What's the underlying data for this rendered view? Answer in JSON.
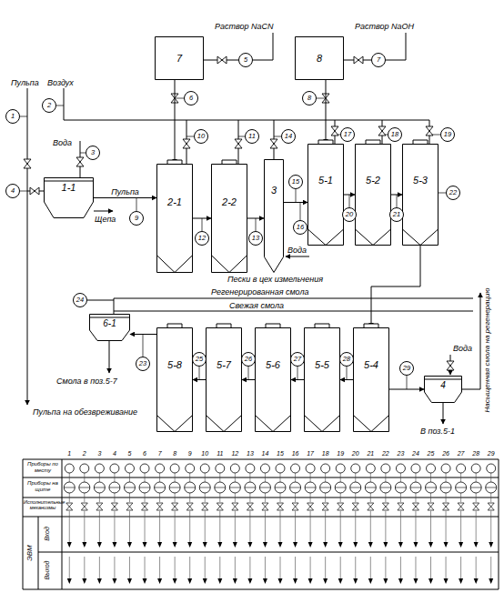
{
  "diagram": {
    "nodes": [
      {
        "text": [
          "7"
        ]
      },
      {
        "text": [
          "8"
        ]
      },
      {
        "text": [
          "1-1"
        ]
      },
      {
        "text": [
          "2-1"
        ]
      },
      {
        "text": [
          "2-2"
        ]
      },
      {
        "text": [
          "3"
        ]
      },
      {
        "text": [
          "5-1"
        ]
      },
      {
        "text": [
          "5-2"
        ]
      },
      {
        "text": [
          "5-3"
        ]
      },
      {
        "text": [
          "6-1"
        ]
      },
      {
        "text": [
          "5-8"
        ]
      },
      {
        "text": [
          "5-7"
        ]
      },
      {
        "text": [
          "5-6"
        ]
      },
      {
        "text": [
          "5-5"
        ]
      },
      {
        "text": [
          "5-4"
        ]
      },
      {
        "text": [
          "4"
        ]
      },
      {
        "text": [
          "1"
        ]
      },
      {
        "text": [
          "2"
        ]
      },
      {
        "text": [
          "3"
        ]
      },
      {
        "text": [
          "4"
        ]
      },
      {
        "text": [
          "5"
        ]
      },
      {
        "text": [
          "6"
        ]
      },
      {
        "text": [
          "7"
        ]
      },
      {
        "text": [
          "8"
        ]
      },
      {
        "text": [
          "9"
        ]
      },
      {
        "text": [
          "10"
        ]
      },
      {
        "text": [
          "11"
        ]
      },
      {
        "text": [
          "12"
        ]
      },
      {
        "text": [
          "13"
        ]
      },
      {
        "text": [
          "14"
        ]
      },
      {
        "text": [
          "15"
        ]
      },
      {
        "text": [
          "16"
        ]
      },
      {
        "text": [
          "17"
        ]
      },
      {
        "text": [
          "18"
        ]
      },
      {
        "text": [
          "19"
        ]
      },
      {
        "text": [
          "20"
        ]
      },
      {
        "text": [
          "21"
        ]
      },
      {
        "text": [
          "22"
        ]
      },
      {
        "text": [
          "23"
        ]
      },
      {
        "text": [
          "24"
        ]
      },
      {
        "text": [
          "25"
        ]
      },
      {
        "text": [
          "26"
        ]
      },
      {
        "text": [
          "27"
        ]
      },
      {
        "text": [
          "28"
        ]
      },
      {
        "text": [
          "29"
        ]
      }
    ],
    "edges": [
      {
        "from": 2,
        "to": 3,
        "label": "Пульпа",
        "arrow": "to"
      },
      {
        "from": 0,
        "to": 3,
        "arrow": "to"
      },
      {
        "from": 1,
        "to": 6,
        "arrow": "to"
      },
      {
        "from": 3,
        "to": 4,
        "arrow": "to"
      },
      {
        "from": 4,
        "to": 5,
        "arrow": "to"
      },
      {
        "from": 5,
        "to": 6,
        "arrow": "to"
      },
      {
        "from": 6,
        "to": 7,
        "arrow": "to"
      },
      {
        "from": 7,
        "to": 8,
        "arrow": "to"
      },
      {
        "from": 8,
        "to": 14,
        "arrow": "to"
      },
      {
        "from": 14,
        "to": 13,
        "arrow": "to"
      },
      {
        "from": 13,
        "to": 12,
        "arrow": "to"
      },
      {
        "from": 12,
        "to": 11,
        "arrow": "to"
      },
      {
        "from": 11,
        "to": 10,
        "arrow": "to"
      },
      {
        "from": 10,
        "to": 9,
        "arrow": "to"
      },
      {
        "from": 14,
        "to": 15,
        "arrow": "to"
      }
    ],
    "labels": [
      "Раствор NaCN",
      "Раствор NaOH",
      "Пульпа",
      "Воздух",
      "Вода",
      "Щепа",
      "Вода",
      "Пески в цех измельчения",
      "Регенерированная смола",
      "Свежая смола",
      "Смола в поз.5-7",
      "Пульпа на обезвреживание",
      "Вода",
      "Насыщенная смола на регенерацию",
      "В поз.5-1",
      "Приборы по месту",
      "Приборы на щите",
      "Исполнительные механизмы",
      "ЭВМ",
      "Вход",
      "Выход",
      "1",
      "2",
      "3",
      "4",
      "5",
      "6",
      "7",
      "8",
      "9",
      "10",
      "11",
      "12",
      "13",
      "14",
      "15",
      "16",
      "17",
      "18",
      "19",
      "20",
      "21",
      "22",
      "23",
      "24",
      "25",
      "26",
      "27",
      "28",
      "29"
    ]
  }
}
